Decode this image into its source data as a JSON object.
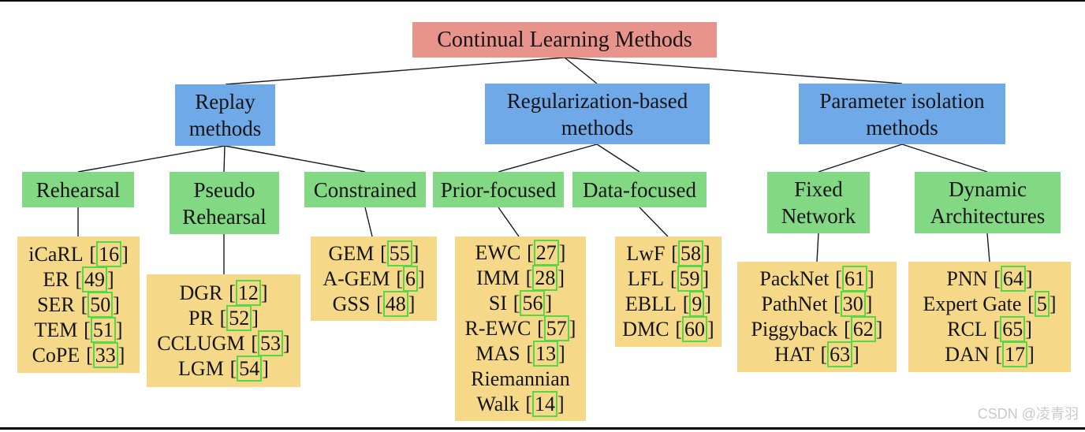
{
  "page": {
    "watermark": "CSDN @凌青羽",
    "background": "#ffffff",
    "border_color": "#000000"
  },
  "palette": {
    "root_box": "#e8948c",
    "category_box": "#6fa9e8",
    "subcategory_box": "#83d884",
    "leaf_box": "#f5d888",
    "citation_outline": "#52d948",
    "text": "#141414",
    "connector": "#1a1a1a"
  },
  "tree": {
    "root": {
      "label": "Continual Learning Methods"
    },
    "categories": [
      {
        "label": "Replay methods"
      },
      {
        "label": "Regularization-based methods"
      },
      {
        "label": "Parameter isolation methods"
      }
    ],
    "subcategories": [
      {
        "label": "Rehearsal"
      },
      {
        "label": "Pseudo Rehearsal"
      },
      {
        "label": "Constrained"
      },
      {
        "label": "Prior-focused"
      },
      {
        "label": "Data-focused"
      },
      {
        "label": "Fixed Network"
      },
      {
        "label": "Dynamic Architectures"
      }
    ],
    "cite_open": "[",
    "cite_close": "]",
    "leaves": [
      {
        "items": [
          {
            "name": "iCaRL",
            "num": "16"
          },
          {
            "name": "ER",
            "num": "49"
          },
          {
            "name": "SER",
            "num": "50"
          },
          {
            "name": "TEM",
            "num": "51"
          },
          {
            "name": "CoPE",
            "num": "33"
          }
        ]
      },
      {
        "items": [
          {
            "name": "DGR",
            "num": "12"
          },
          {
            "name": "PR",
            "num": "52"
          },
          {
            "name": "CCLUGM",
            "num": "53"
          },
          {
            "name": "LGM",
            "num": "54"
          }
        ]
      },
      {
        "items": [
          {
            "name": "GEM",
            "num": "55"
          },
          {
            "name": "A-GEM",
            "num": "6"
          },
          {
            "name": "GSS",
            "num": "48"
          }
        ]
      },
      {
        "items": [
          {
            "name": "EWC",
            "num": "27"
          },
          {
            "name": "IMM",
            "num": "28"
          },
          {
            "name": "SI",
            "num": "56"
          },
          {
            "name": "R-EWC",
            "num": "57"
          },
          {
            "name": "MAS",
            "num": "13"
          },
          {
            "name": "Riemannian Walk",
            "num": "14"
          }
        ]
      },
      {
        "items": [
          {
            "name": "LwF",
            "num": "58"
          },
          {
            "name": "LFL",
            "num": "59"
          },
          {
            "name": "EBLL",
            "num": "9"
          },
          {
            "name": "DMC",
            "num": "60"
          }
        ]
      },
      {
        "items": [
          {
            "name": "PackNet",
            "num": "61"
          },
          {
            "name": "PathNet",
            "num": "30"
          },
          {
            "name": "Piggyback",
            "num": "62"
          },
          {
            "name": "HAT",
            "num": "63"
          }
        ]
      },
      {
        "items": [
          {
            "name": "PNN",
            "num": "64"
          },
          {
            "name": "Expert Gate",
            "num": "5"
          },
          {
            "name": "RCL",
            "num": "65"
          },
          {
            "name": "DAN",
            "num": "17"
          }
        ]
      }
    ]
  }
}
